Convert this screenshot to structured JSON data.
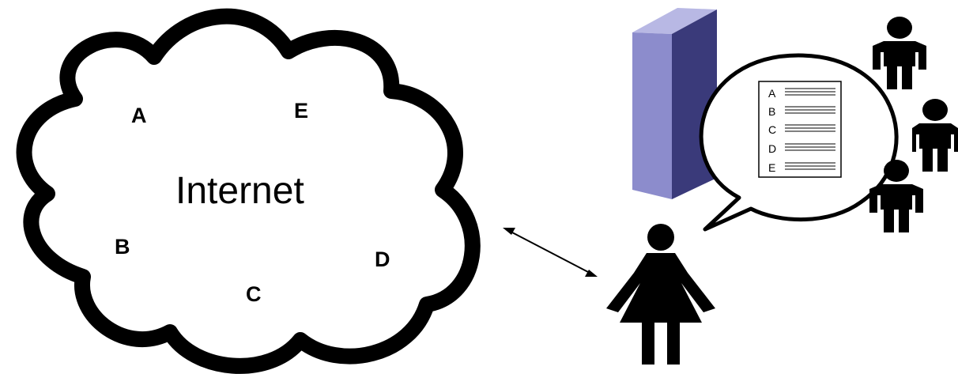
{
  "cloud": {
    "title": "Internet",
    "nodes": [
      "A",
      "E",
      "B",
      "D",
      "C"
    ]
  },
  "document": {
    "entries": [
      "A",
      "B",
      "C",
      "D",
      "E"
    ]
  },
  "colors": {
    "stroke": "#000000",
    "cloud_fill": "#ffffff",
    "server_front": "#8c8ccc",
    "server_side": "#3a3a7a",
    "server_top": "#b8b8e4",
    "person": "#000000"
  },
  "icons": [
    "cloud-shape",
    "server-icon",
    "speech-bubble",
    "document-icon",
    "woman-icon",
    "person-icon"
  ]
}
